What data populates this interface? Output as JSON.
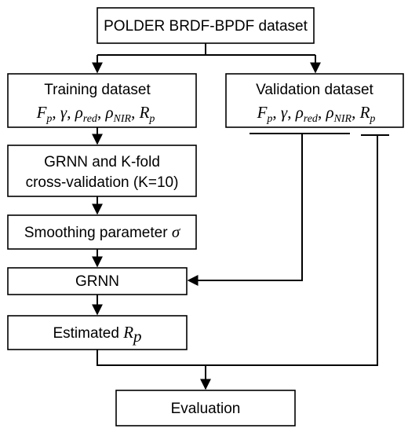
{
  "nodes": {
    "dataset": {
      "label": "POLDER BRDF-BPDF dataset"
    },
    "training": {
      "label": "Training dataset"
    },
    "validation": {
      "label": "Validation dataset"
    },
    "grnn_kfold": {
      "line1": "GRNN and K-fold",
      "line2": "cross-validation (K=10)"
    },
    "smoothing": {
      "label": "Smoothing parameter",
      "symbol": "σ"
    },
    "grnn": {
      "label": "GRNN"
    },
    "estimated": {
      "label": "Estimated"
    },
    "evaluation": {
      "label": "Evaluation"
    }
  },
  "variables": {
    "F": "F",
    "F_sub": "p",
    "gamma": "γ",
    "rho": "ρ",
    "red_sub": "red",
    "nir_sub": "NIR",
    "R": "R",
    "R_sub": "p",
    "sep": ", "
  }
}
